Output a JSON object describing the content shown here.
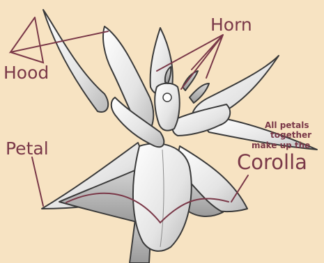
{
  "labels": {
    "hood": "Hood",
    "horn": "Horn",
    "petal": "Petal",
    "corolla_note_line1": "All petals",
    "corolla_note_line2": "together",
    "corolla_note_line3": "make up the",
    "corolla": "Corolla"
  },
  "colors": {
    "background": "#f7e3c2",
    "label": "#7a3848",
    "outline": "#3a3a3a"
  }
}
